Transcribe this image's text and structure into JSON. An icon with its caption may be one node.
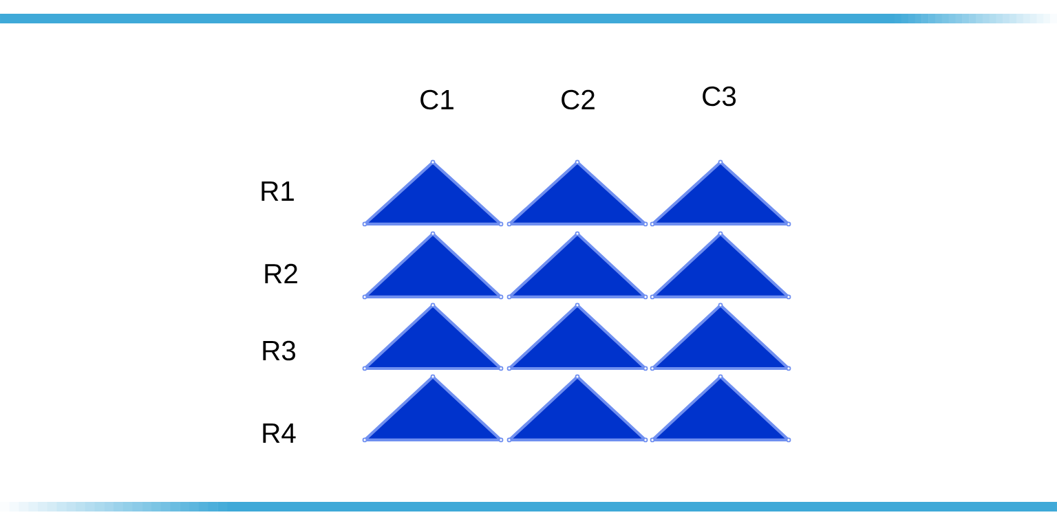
{
  "diagram": {
    "nodes": [
      {
        "text": [],
        "shape": "triangle"
      },
      {
        "text": [],
        "shape": "triangle"
      },
      {
        "text": [],
        "shape": "triangle"
      },
      {
        "text": [],
        "shape": "triangle"
      },
      {
        "text": [],
        "shape": "triangle"
      },
      {
        "text": [],
        "shape": "triangle"
      },
      {
        "text": [],
        "shape": "triangle"
      },
      {
        "text": [],
        "shape": "triangle"
      },
      {
        "text": [],
        "shape": "triangle"
      },
      {
        "text": [],
        "shape": "triangle"
      },
      {
        "text": [],
        "shape": "triangle"
      },
      {
        "text": [],
        "shape": "triangle"
      }
    ],
    "labels": [
      "C1",
      "C2",
      "C3",
      "R1",
      "R2",
      "R3",
      "R4"
    ]
  }
}
